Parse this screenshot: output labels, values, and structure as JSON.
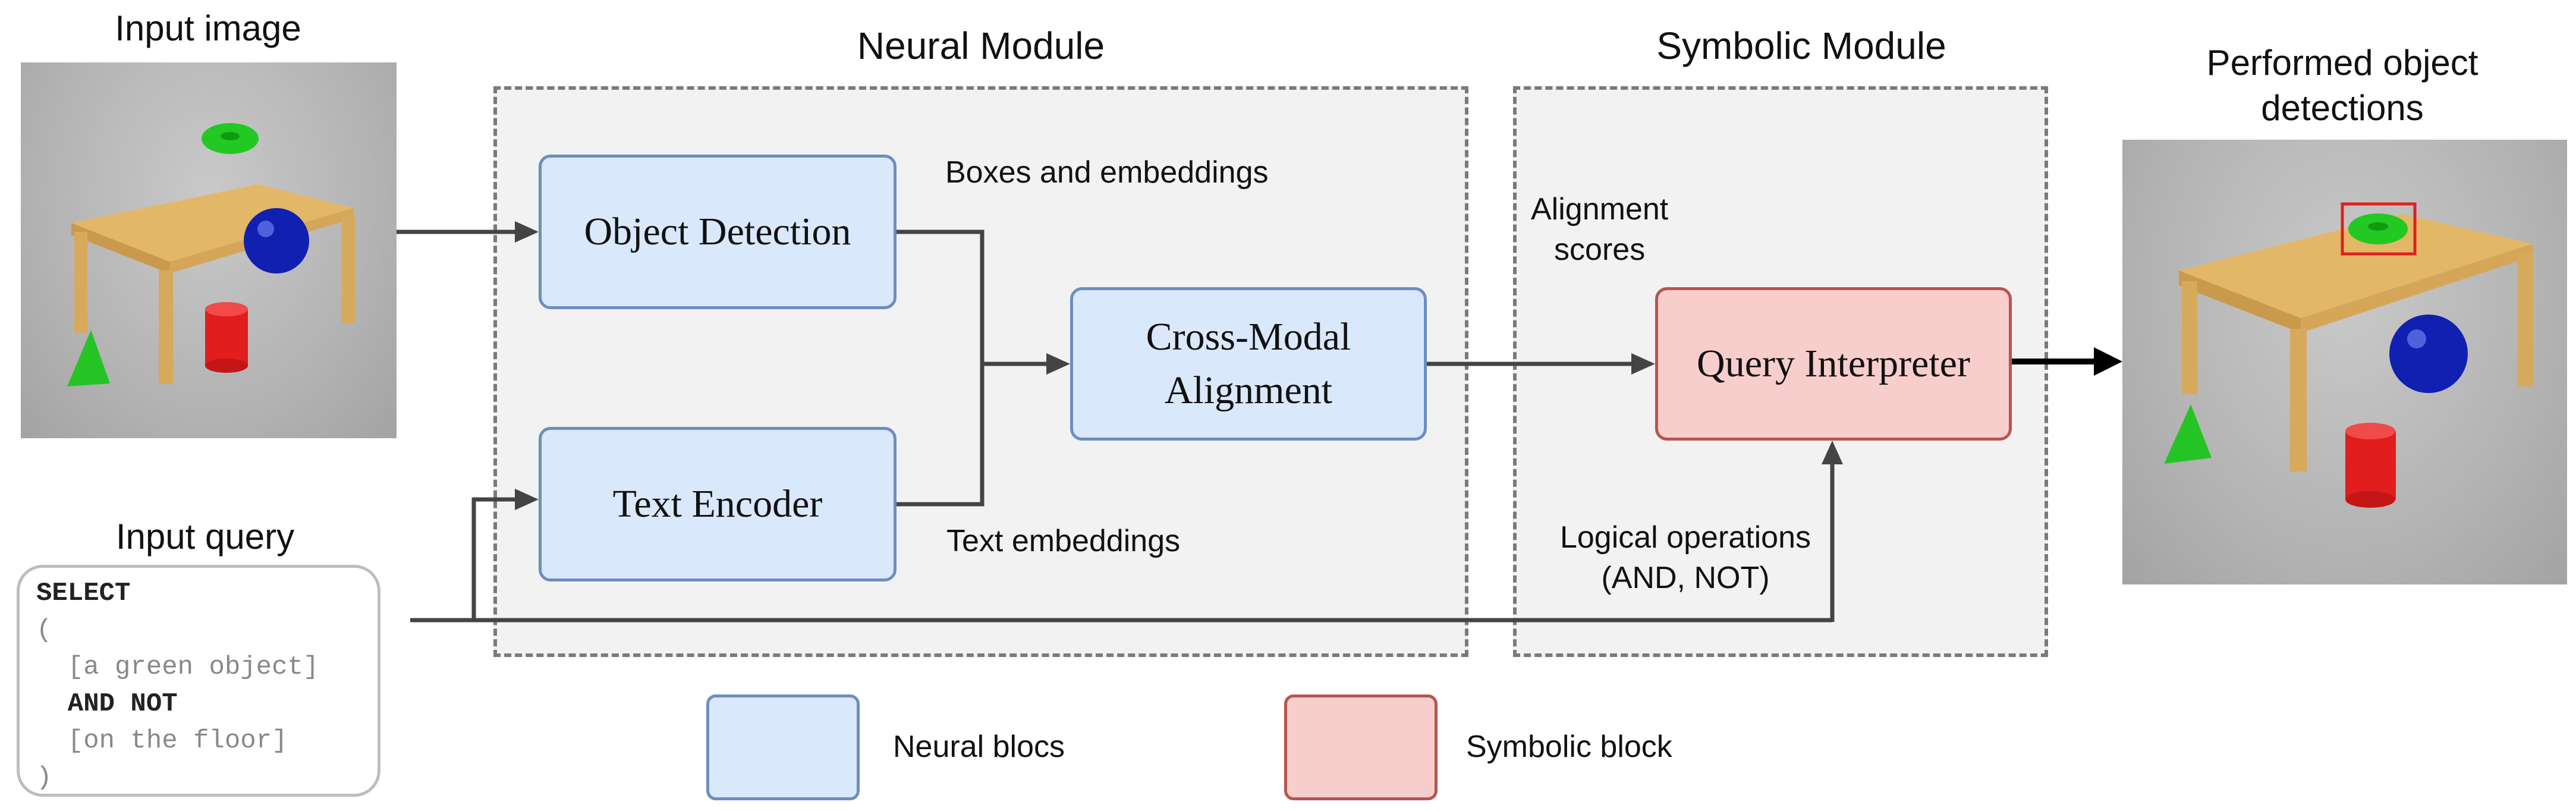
{
  "input_image": {
    "title": "Input image"
  },
  "input_query": {
    "title": "Input query",
    "lines": [
      {
        "text": "SELECT",
        "keyword": true
      },
      {
        "text": "(",
        "keyword": false
      },
      {
        "text": "  [a green object]",
        "keyword": false
      },
      {
        "text": "  AND NOT",
        "keyword": true
      },
      {
        "text": "  [on the floor]",
        "keyword": false
      },
      {
        "text": ")",
        "keyword": false
      }
    ]
  },
  "neural_module": {
    "title": "Neural Module",
    "blocks": {
      "object_detection": "Object Detection",
      "text_encoder": "Text Encoder",
      "cross_modal_line1": "Cross-Modal",
      "cross_modal_line2": "Alignment"
    },
    "labels": {
      "boxes_embeddings": "Boxes and embeddings",
      "text_embeddings": "Text embeddings"
    }
  },
  "symbolic_module": {
    "title": "Symbolic Module",
    "blocks": {
      "query_interpreter": "Query Interpreter"
    },
    "labels": {
      "alignment_line1": "Alignment",
      "alignment_line2": "scores",
      "logical_line1": "Logical operations",
      "logical_line2": "(AND, NOT)"
    }
  },
  "output": {
    "title_line1": "Performed object",
    "title_line2": "detections"
  },
  "legend": {
    "neural": "Neural blocs",
    "symbolic": "Symbolic block"
  },
  "colors": {
    "neural_fill": "#dae8fc",
    "neural_border": "#6c8ebf",
    "symbolic_fill": "#f8cecc",
    "symbolic_border": "#b85450",
    "module_fill": "#f2f2f2",
    "arrow": "#444444",
    "detection_box": "#e02020"
  }
}
